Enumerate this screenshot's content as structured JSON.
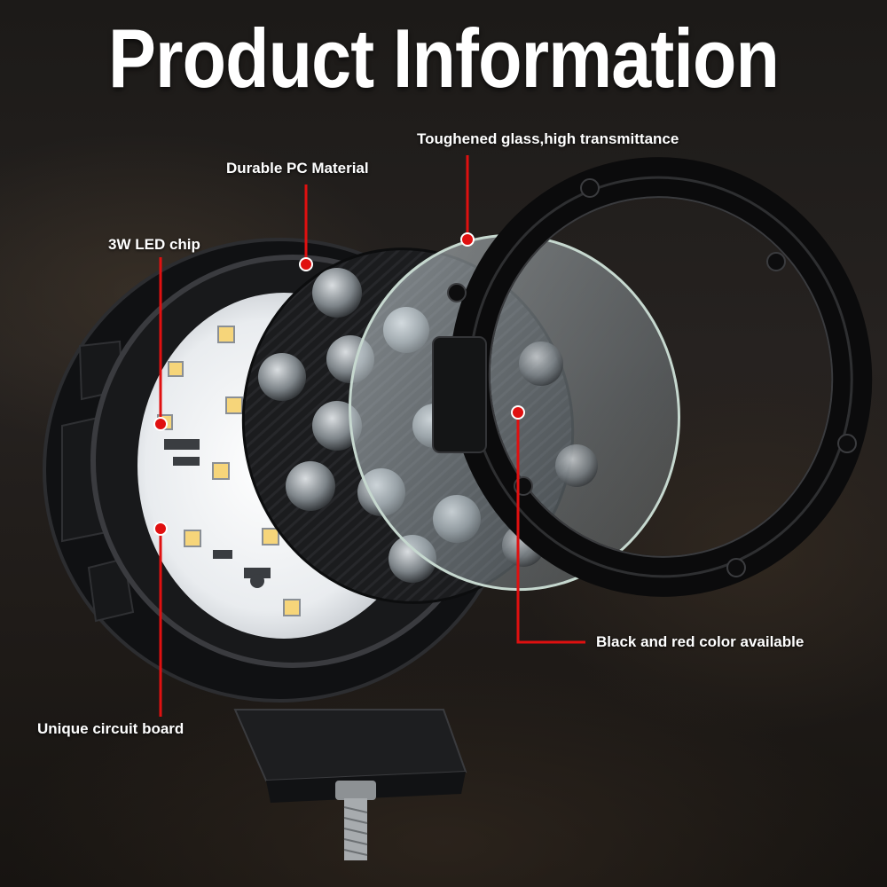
{
  "title": "Product Information",
  "callouts": {
    "glass": "Toughened glass,high transmittance",
    "pc": "Durable PC Material",
    "chip": "3W LED chip",
    "color": "Black and red color available",
    "board": "Unique circuit board"
  },
  "colors": {
    "leader_line": "#e01010",
    "marker_dot": "#e01010",
    "title_text": "#ffffff"
  }
}
